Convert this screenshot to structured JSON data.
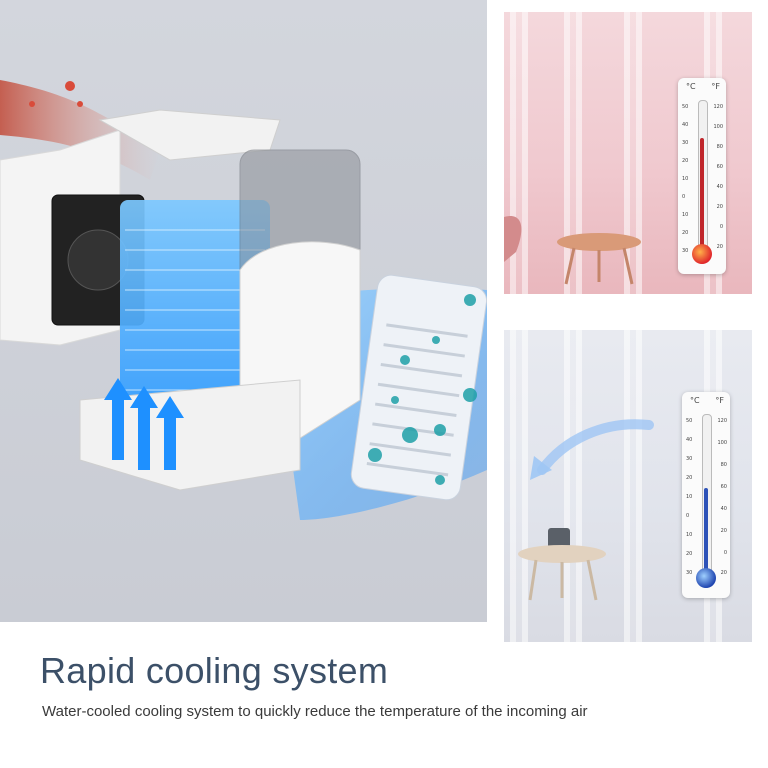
{
  "headline": "Rapid cooling system",
  "subheadline": "Water-cooled cooling system to quickly reduce the temperature of the incoming air",
  "thermometer": {
    "celsius_unit": "°C",
    "fahrenheit_unit": "°F",
    "celsius_ticks": [
      "50",
      "40",
      "30",
      "20",
      "10",
      "0",
      "10",
      "20",
      "30"
    ],
    "fahrenheit_ticks": [
      "120",
      "100",
      "80",
      "60",
      "40",
      "20",
      "0",
      "20"
    ]
  },
  "colors": {
    "warm": "#d9262b",
    "cool": "#2d52b8",
    "airflow": "#3aa0ff",
    "title": "#3c5068"
  },
  "icons": {
    "hot_air": "hot-air-stream",
    "cool_air": "cool-air-stream",
    "fan": "fan-unit",
    "arrow": "airflow-arrow"
  }
}
